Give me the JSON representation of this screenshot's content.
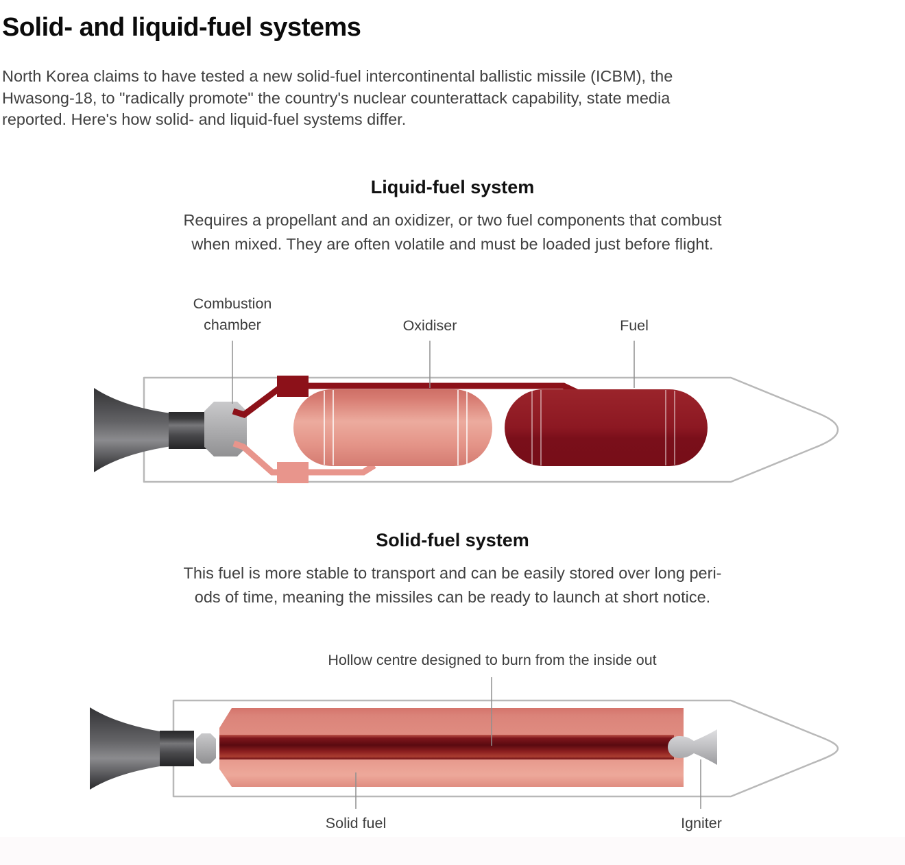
{
  "title": "Solid- and liquid-fuel systems",
  "intro": "North Korea claims to have tested a new solid-fuel intercontinental ballistic missile (ICBM), the\nHwasong-18, to \"radically promote\" the country's nuclear counterattack capability, state media\nreported. Here's how solid- and liquid-fuel systems differ.",
  "liquid_section": {
    "heading": "Liquid-fuel system",
    "description": "Requires a propellant and an oxidizer, or two fuel components that combust\nwhen mixed. They are often volatile and must be loaded just before flight.",
    "labels": {
      "combustion_chamber": "Combustion\nchamber",
      "oxidiser": "Oxidiser",
      "fuel": "Fuel"
    }
  },
  "solid_section": {
    "heading": "Solid-fuel system",
    "description": "This fuel is more stable to transport and can be easily stored over long peri-\nods of time, meaning the missiles can be ready to launch at short notice.",
    "labels": {
      "hollow_centre": "Hollow centre designed to burn from the inside out",
      "solid_fuel": "Solid fuel",
      "igniter": "Igniter"
    }
  },
  "colors": {
    "dark_red_pipe": "#8c1119",
    "salmon_pipe": "#e8958c",
    "fuel_tank": "#8c1822",
    "oxidiser_tank": "#e0887f",
    "solid_fuel_block": "#e39286",
    "hollow_centre_band": "#5e0b12",
    "engine_gray": "#4a4a4d",
    "chamber_gray": "#b0b0b2",
    "body_outline": "#b8b8b8",
    "leader_line": "#8f8f8f",
    "text": "#404040"
  }
}
